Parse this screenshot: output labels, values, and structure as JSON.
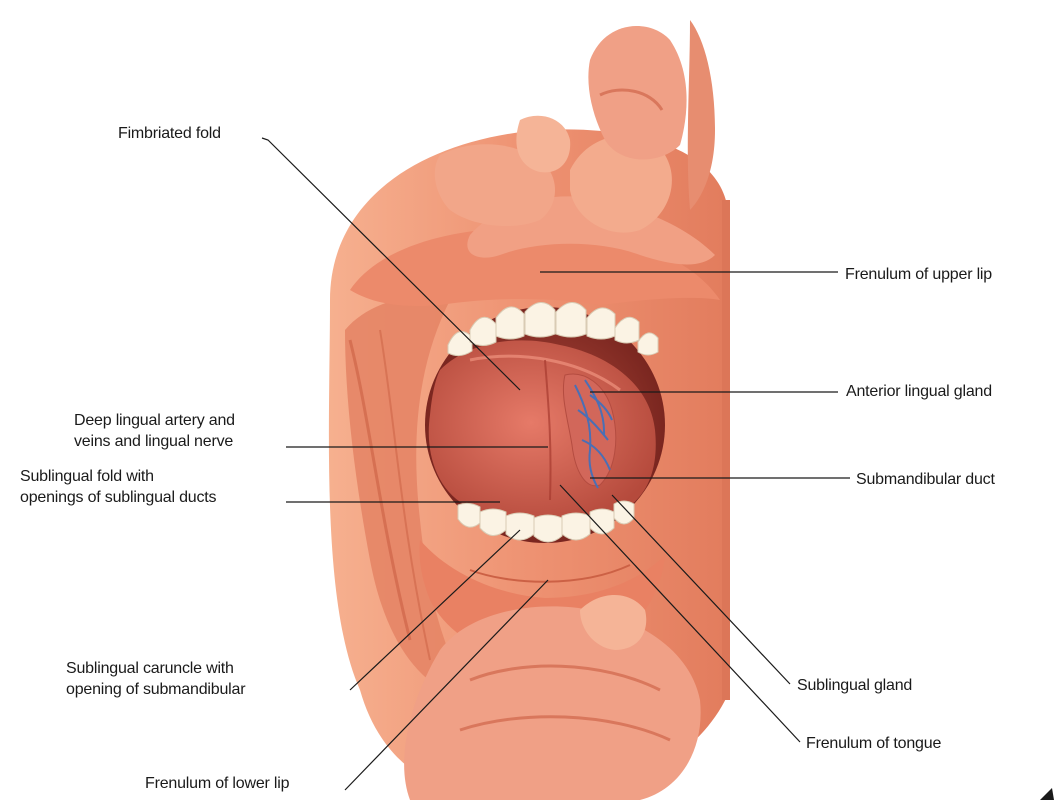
{
  "figure": {
    "labels": {
      "fimbriated_fold": "Fimbriated fold",
      "frenulum_upper_lip": "Frenulum of upper lip",
      "anterior_lingual_gland": "Anterior lingual gland",
      "deep_lingual": [
        "Deep lingual artery and",
        "veins and lingual nerve"
      ],
      "sublingual_fold": [
        "Sublingual fold with",
        "openings of sublingual ducts"
      ],
      "submandibular_duct": "Submandibular duct",
      "sublingual_caruncle": [
        "Sublingual caruncle with",
        "opening of submandibular"
      ],
      "sublingual_gland": "Sublingual gland",
      "frenulum_tongue": "Frenulum of tongue",
      "frenulum_lower_lip": "Frenulum of lower lip"
    },
    "colors": {
      "skin_light": "#f3a07f",
      "skin_mid": "#e9805f",
      "skin_dark": "#c8533b",
      "mouth_cavity": "#8a2a22",
      "tongue": "#d8685a",
      "teeth": "#fbf3e4",
      "vessel_blue": "#4a6fb5",
      "leader_line": "#1a1a1a"
    }
  }
}
